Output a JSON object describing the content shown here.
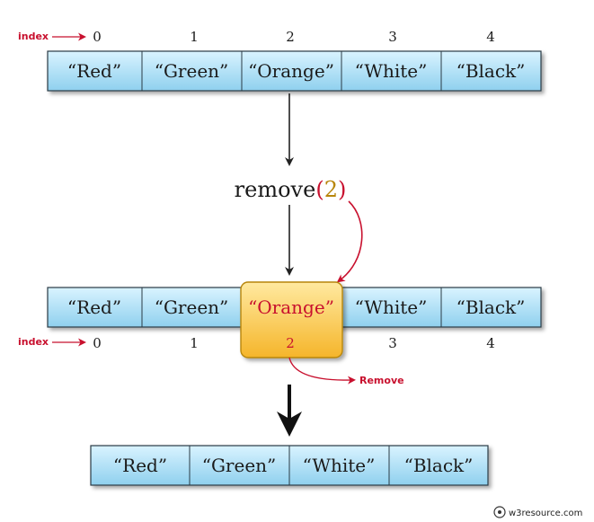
{
  "colors": {
    "cell_fill_top": "#d9f3ff",
    "cell_fill_bottom": "#8fd0ee",
    "cell_border": "#2a3a44",
    "highlight_fill_top": "#ffe9a0",
    "highlight_fill_bottom": "#f5b52a",
    "highlight_border": "#b8860b",
    "accent_red": "#c8102e",
    "accent_gold": "#b8860b",
    "arrow": "#222222"
  },
  "index_label": "index",
  "original_array": {
    "items": [
      "“Red”",
      "“Green”",
      "“Orange”",
      "“White”",
      "“Black”"
    ],
    "indices": [
      "0",
      "1",
      "2",
      "3",
      "4"
    ]
  },
  "operation": {
    "method": "remove",
    "open_paren": "(",
    "argument": "2",
    "close_paren": ")"
  },
  "highlight_array": {
    "items": [
      "“Red”",
      "“Green”",
      "“Orange”",
      "“White”",
      "“Black”"
    ],
    "indices": [
      "0",
      "1",
      "2",
      "3",
      "4"
    ],
    "highlighted_index": 2
  },
  "remove_label": "Remove",
  "result_array": {
    "items": [
      "“Red”",
      "“Green”",
      "“White”",
      "“Black”"
    ]
  },
  "credit": "w3resource.com",
  "icons": {
    "credit_logo": "w3resource-logo-icon"
  }
}
